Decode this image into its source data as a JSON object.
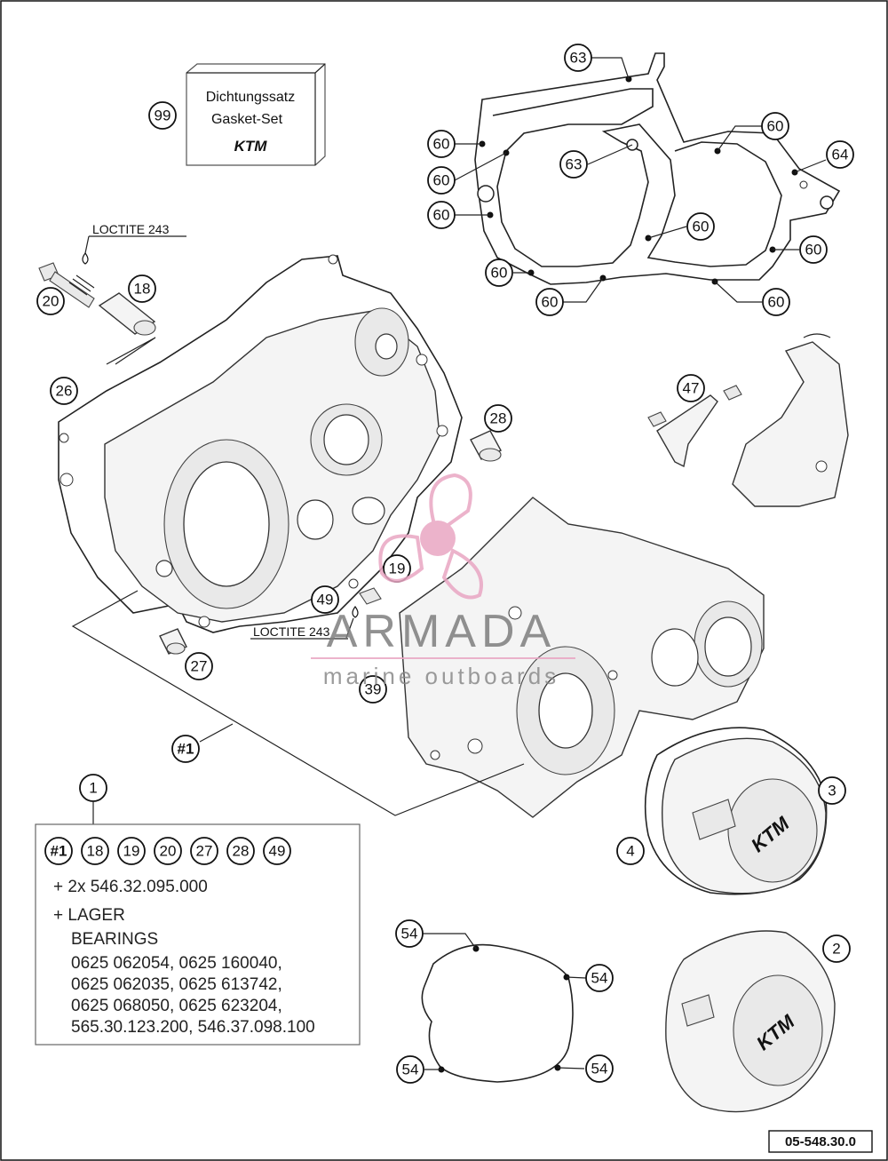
{
  "diagram": {
    "gasket_set_box": {
      "line1": "Dichtungssatz",
      "line2": "Gasket-Set",
      "brand": "KTM"
    },
    "loctite_top": "LOCTITE 243",
    "loctite_mid": "LOCTITE 243",
    "watermark": {
      "word": "ARMADA",
      "sub": "marine outboards"
    },
    "legend": {
      "callouts": [
        "#1",
        "18",
        "19",
        "20",
        "27",
        "28",
        "49"
      ],
      "line1": "+ 2x 546.32.095.000",
      "line2": "+ LAGER",
      "line3": "BEARINGS",
      "line4": "0625 062054, 0625 160040,",
      "line5": "0625 062035, 0625 613742,",
      "line6": "0625 068050, 0625 623204,",
      "line7": "565.30.123.200, 546.37.098.100"
    },
    "drawing_number": "05-548.30.0",
    "callouts": {
      "c99": "99",
      "c20": "20",
      "c18": "18",
      "c26": "26",
      "c28": "28",
      "c19": "19",
      "c49": "49",
      "c27": "27",
      "c39": "39",
      "c1hash": "#1",
      "c1": "1",
      "c47": "47",
      "c3": "3",
      "c4": "4",
      "c2": "2",
      "c63a": "63",
      "c63b": "63",
      "c64": "64",
      "c60a": "60",
      "c60b": "60",
      "c60c": "60",
      "c60d": "60",
      "c60e": "60",
      "c60f": "60",
      "c60g": "60",
      "c60h": "60",
      "c60i": "60",
      "c54a": "54",
      "c54b": "54",
      "c54c": "54",
      "c54d": "54"
    },
    "colors": {
      "line": "#111111",
      "watermark_pink": "#e9a6c3",
      "watermark_grey": "#7e7e7e"
    }
  }
}
